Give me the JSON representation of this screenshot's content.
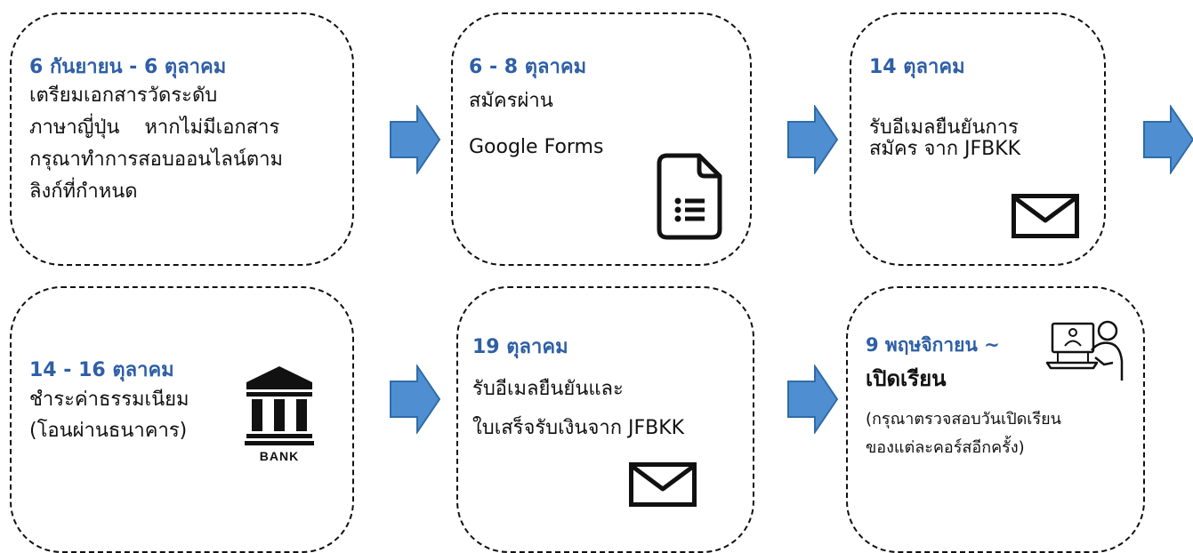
{
  "steps": [
    {
      "date": "6 กันยายน - 6 ตุลาคม",
      "lines": [
        "เตรียมเอกสารวัดระดับ",
        "ภาษาญี่ปุ่น    หากไม่มีเอกสาร",
        "กรุณาทำการสอบออนไลน์ตาม",
        "ลิงก์ที่กำหนด"
      ],
      "icon": null
    },
    {
      "date": "6 - 8 ตุลาคม",
      "lines": [
        "สมัครผ่าน",
        "Google Forms"
      ],
      "icon": "google-forms-icon"
    },
    {
      "date": "14 ตุลาคม",
      "lines": [
        "รับอีเมลยืนยันการ",
        "สมัคร จาก JFBKK"
      ],
      "icon": "mail-icon"
    },
    {
      "date": "14 - 16 ตุลาคม",
      "lines": [
        "ชำระค่าธรรมเนียม",
        "(โอนผ่านธนาคาร)"
      ],
      "icon": "bank-icon",
      "icon_label": "BANK"
    },
    {
      "date": "19 ตุลาคม",
      "lines": [
        "รับอีเมลยืนยันและ",
        "ใบเสร็จรับเงินจาก JFBKK"
      ],
      "icon": "mail-icon"
    },
    {
      "date": "9 พฤษจิกายน ~",
      "title": "เปิดเรียน",
      "lines": [
        "(กรุณาตรวจสอบวันเปิดเรียน",
        "ของแต่ละคอร์สอีกครั้ง)"
      ],
      "icon": "online-class-icon"
    }
  ],
  "colors": {
    "date": "#2e5fa6",
    "arrow_fill": "#4f8fd1",
    "arrow_stroke": "#2f6ca8",
    "border": "#111111"
  }
}
